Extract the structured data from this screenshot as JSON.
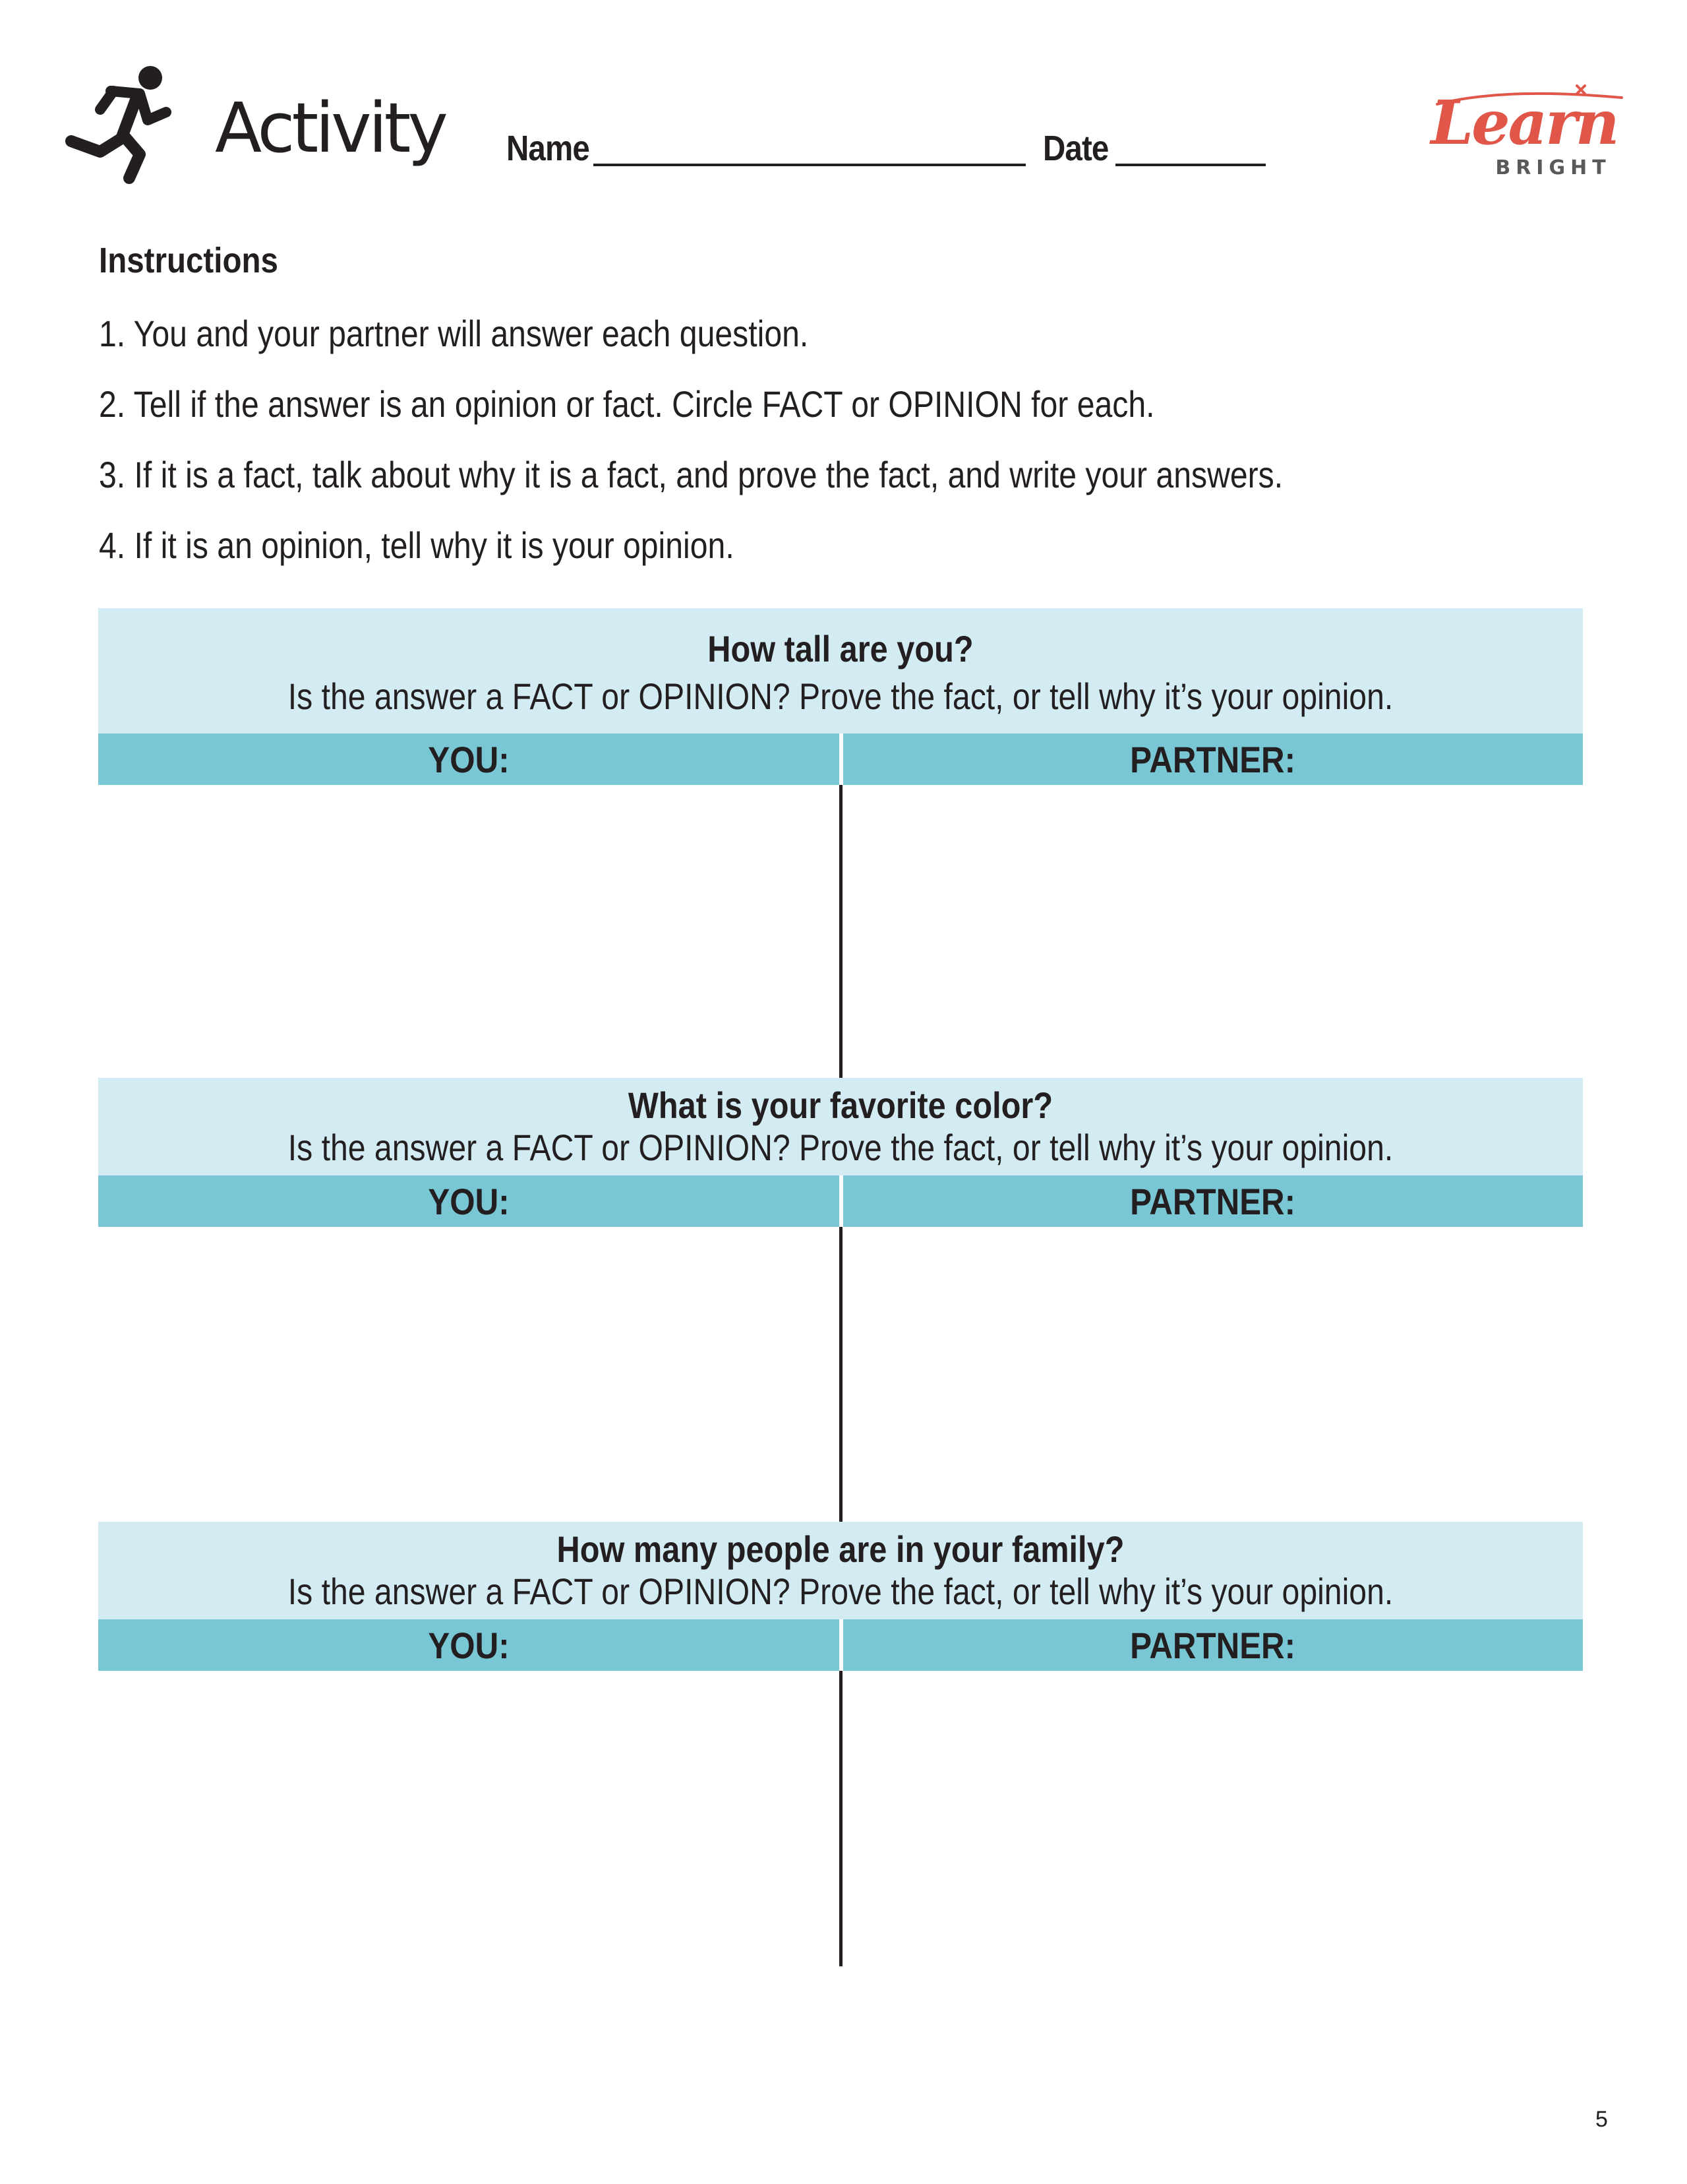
{
  "header": {
    "title": "Activity",
    "name_label": "Name",
    "date_label": "Date",
    "icon": "runner-icon"
  },
  "logo": {
    "brand": "Learn",
    "sub": "BRIGHT",
    "color": "#e0574a"
  },
  "instructions": {
    "heading": "Instructions",
    "steps": [
      "1. You and your partner will answer each question.",
      "2. Tell if the answer is an opinion or fact. Circle FACT or OPINION for each.",
      "3. If it is a fact, talk about why it is a fact, and prove the fact, and write your answers.",
      "4. If it is an opinion, tell why it is your opinion."
    ]
  },
  "questions": [
    {
      "title": "How tall are you?",
      "prompt": "Is the answer a FACT or OPINION? Prove the fact, or tell why it’s your opinion.",
      "you_label": "YOU:",
      "partner_label": "PARTNER:"
    },
    {
      "title": "What is your favorite color?",
      "prompt": "Is the answer a FACT or OPINION? Prove the fact, or tell why it’s your opinion.",
      "you_label": "YOU:",
      "partner_label": "PARTNER:"
    },
    {
      "title": "How many people are in your family?",
      "prompt": "Is the answer a FACT or OPINION? Prove the fact, or tell why it’s your opinion.",
      "you_label": "YOU:",
      "partner_label": "PARTNER:"
    }
  ],
  "colors": {
    "header_light": "#d3ebf2",
    "header_dark": "#79c6d5",
    "text": "#231f20"
  },
  "page_number": "5"
}
